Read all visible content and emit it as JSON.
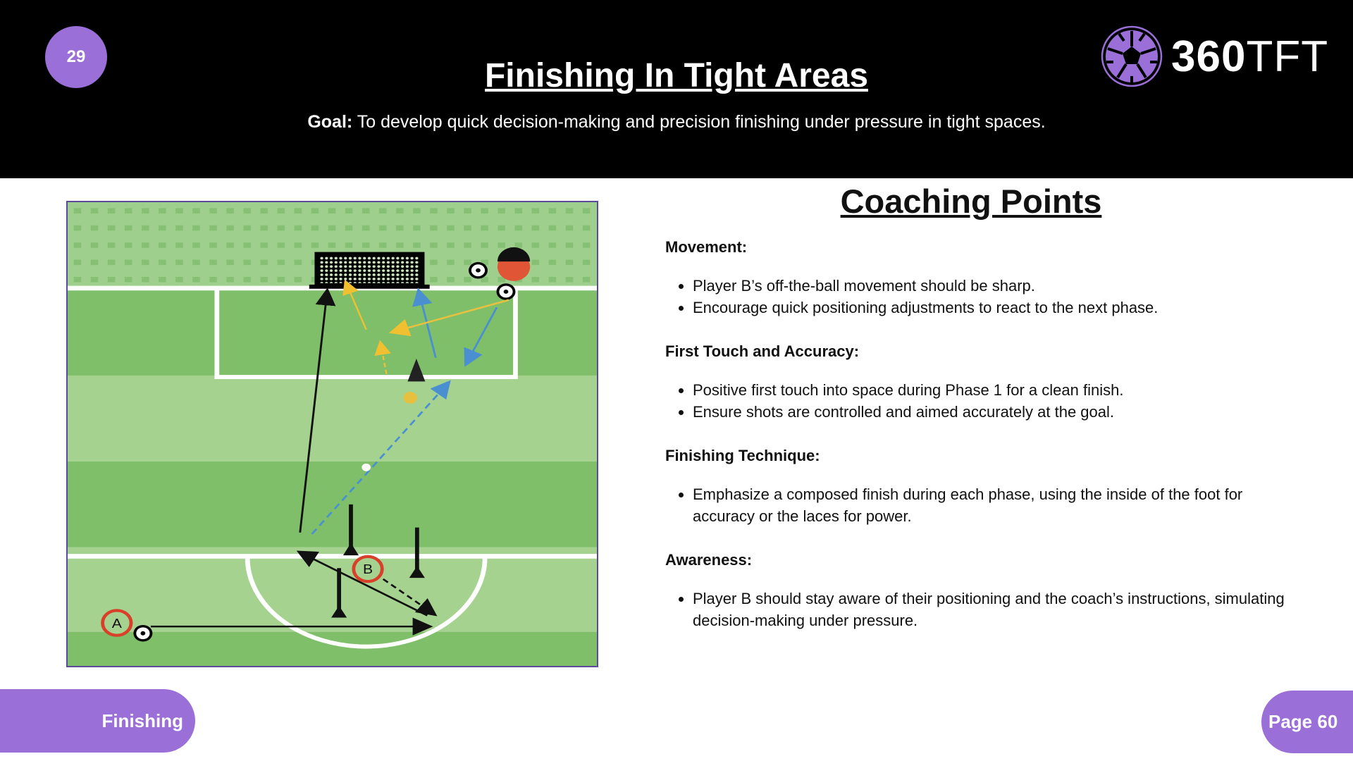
{
  "header": {
    "session_number": "29",
    "title": "Finishing In Tight Areas",
    "goal_label": "Goal:",
    "goal_text": " To develop quick decision-making and precision finishing under pressure in tight spaces.",
    "logo_text_bold": "360",
    "logo_text_light": "TFT"
  },
  "diagram": {
    "player_a": "A",
    "player_b": "B"
  },
  "coaching": {
    "title": "Coaching Points",
    "sections": [
      {
        "heading": "Movement:",
        "bullets": [
          "Player B’s off-the-ball movement should be sharp.",
          "Encourage quick positioning adjustments to react to the next phase."
        ]
      },
      {
        "heading": "First Touch and Accuracy:",
        "bullets": [
          "Positive first touch into space during Phase 1 for a clean finish.",
          "Ensure shots are controlled and aimed accurately at the goal."
        ]
      },
      {
        "heading": "Finishing Technique:",
        "bullets": [
          "Emphasize a composed finish during each phase, using the inside of the foot for accuracy or the laces for power."
        ]
      },
      {
        "heading": "Awareness:",
        "bullets": [
          "Player B should stay aware of their positioning and the coach’s instructions, simulating decision-making under pressure."
        ]
      }
    ]
  },
  "footer": {
    "category": "Finishing",
    "page": "Page 60"
  },
  "colors": {
    "accent": "#9b6fd8",
    "header_bg": "#000000"
  }
}
